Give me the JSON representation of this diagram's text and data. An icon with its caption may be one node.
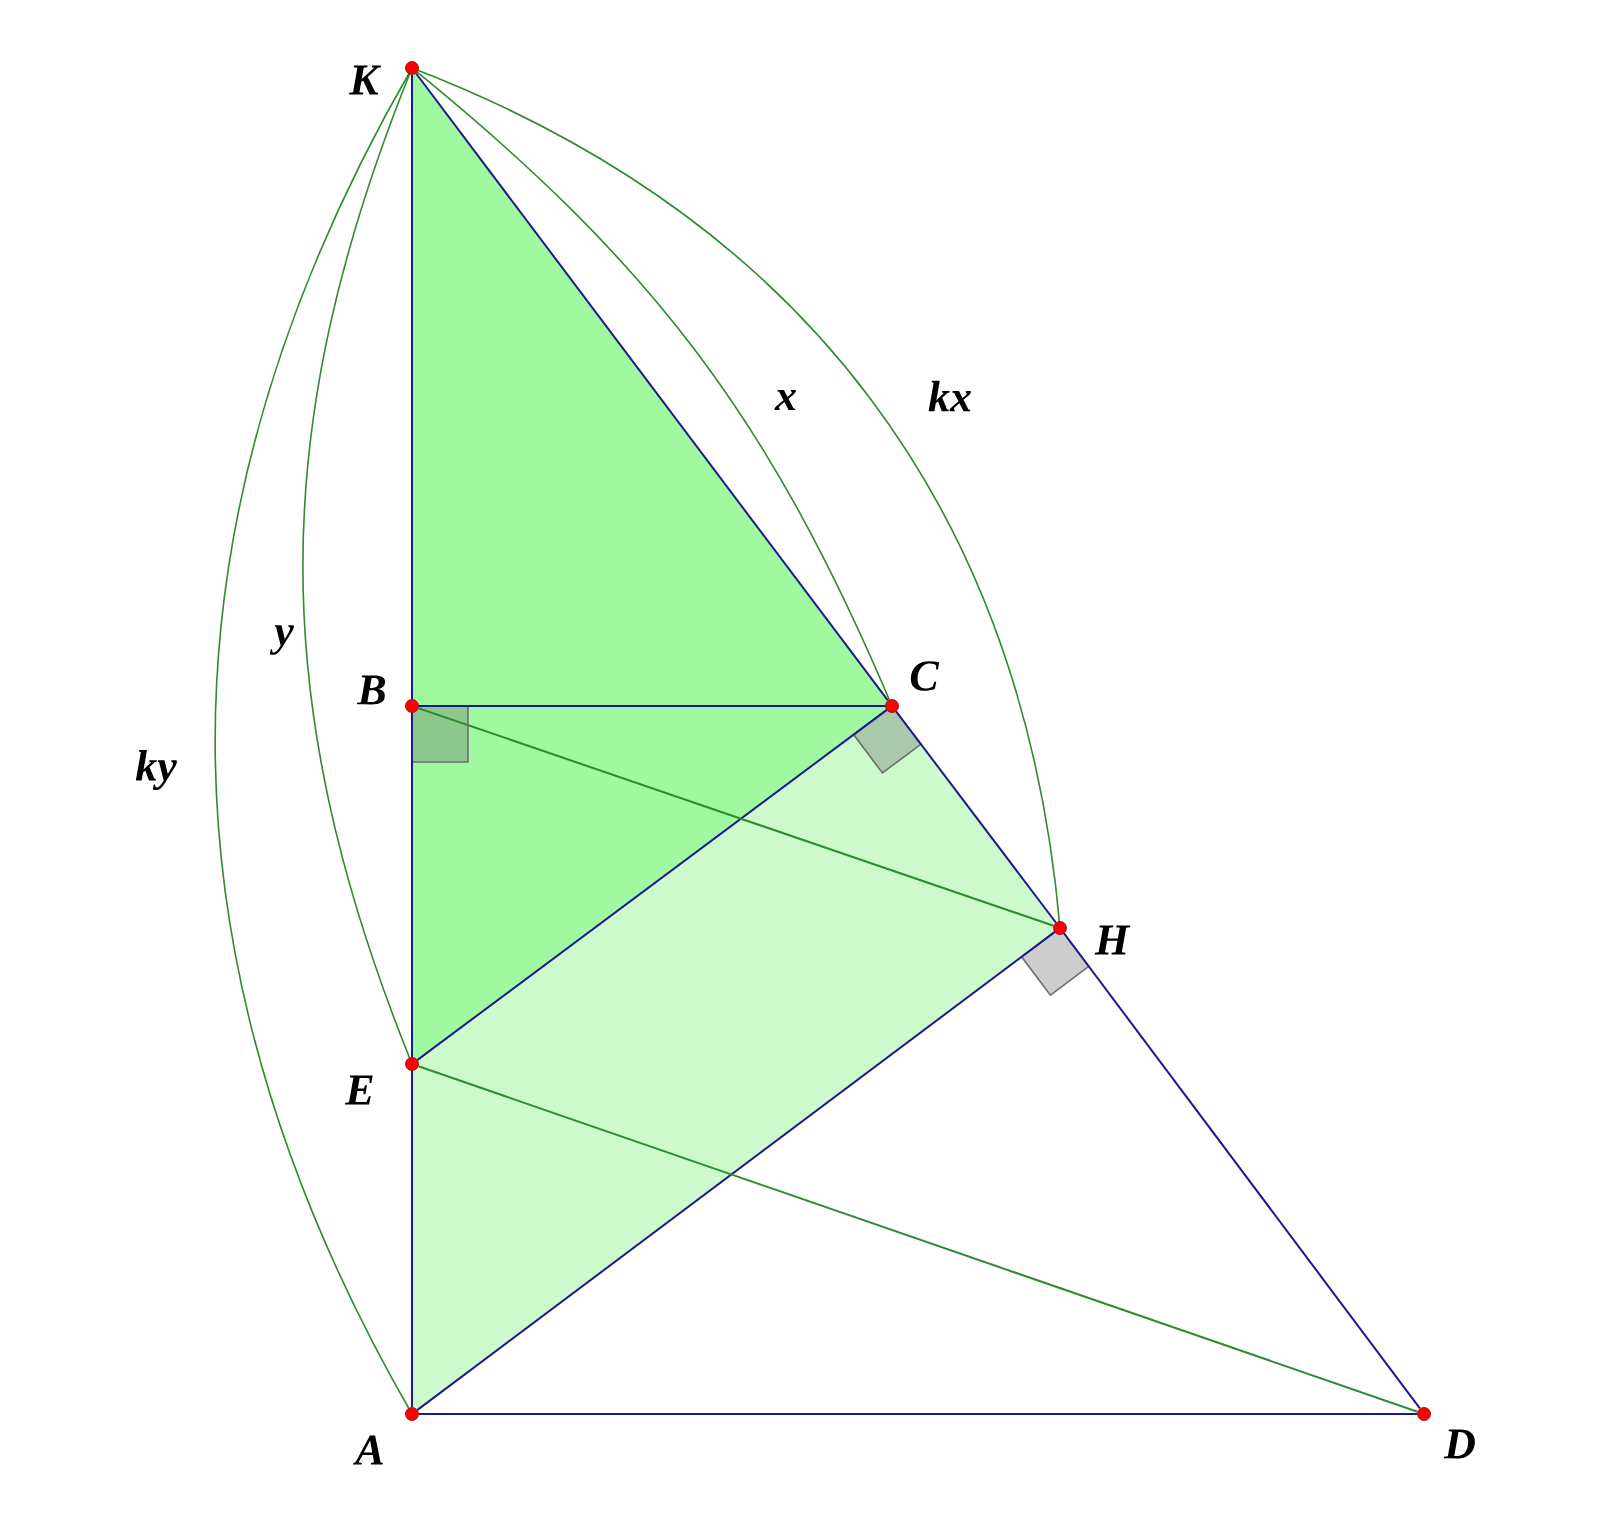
{
  "diagram": {
    "nodes": [
      {
        "text": [
          "K"
        ]
      },
      {
        "text": [
          "B"
        ]
      },
      {
        "text": [
          "C"
        ]
      },
      {
        "text": [
          "H"
        ]
      },
      {
        "text": [
          "E"
        ]
      },
      {
        "text": [
          "A"
        ]
      },
      {
        "text": [
          "D"
        ]
      }
    ],
    "edges": [
      {
        "from": 0,
        "to": 1,
        "arrow": "none"
      },
      {
        "from": 1,
        "to": 4,
        "arrow": "none"
      },
      {
        "from": 4,
        "to": 5,
        "arrow": "none"
      },
      {
        "from": 0,
        "to": 2,
        "arrow": "none"
      },
      {
        "from": 2,
        "to": 3,
        "arrow": "none"
      },
      {
        "from": 3,
        "to": 6,
        "arrow": "none"
      },
      {
        "from": 1,
        "to": 2,
        "arrow": "none"
      },
      {
        "from": 5,
        "to": 6,
        "arrow": "none"
      },
      {
        "from": 4,
        "to": 2,
        "arrow": "none"
      },
      {
        "from": 5,
        "to": 3,
        "arrow": "none"
      },
      {
        "from": 1,
        "to": 3,
        "arrow": "none",
        "color": "#2e8b2e"
      },
      {
        "from": 4,
        "to": 6,
        "arrow": "none",
        "color": "#2e8b2e"
      }
    ],
    "labels": [
      "x",
      "kx",
      "y",
      "ky"
    ]
  }
}
